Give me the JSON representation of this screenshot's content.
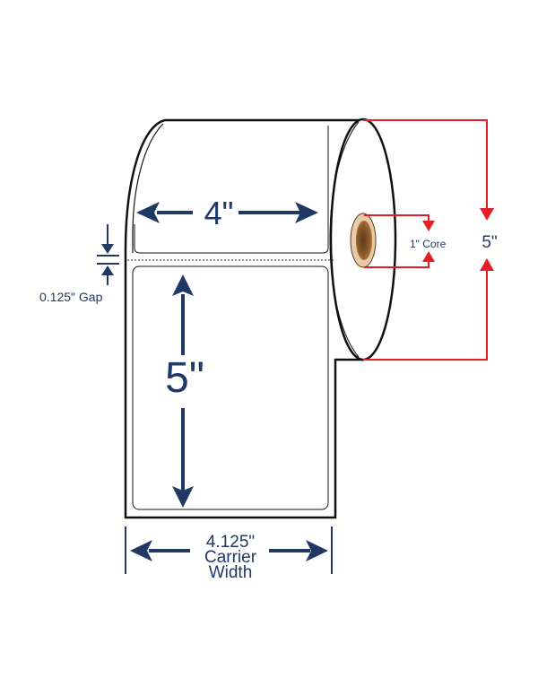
{
  "diagram": {
    "label_width": "4\"",
    "label_height": "5\"",
    "gap": "0.125\" Gap",
    "carrier_line1": "4.125\"",
    "carrier_line2": "Carrier",
    "carrier_line3": "Width",
    "core": "1\" Core",
    "roll_diameter": "5\""
  },
  "colors": {
    "navy": "#1f3864",
    "red": "#e31e24",
    "core": "#8b5a2b"
  }
}
